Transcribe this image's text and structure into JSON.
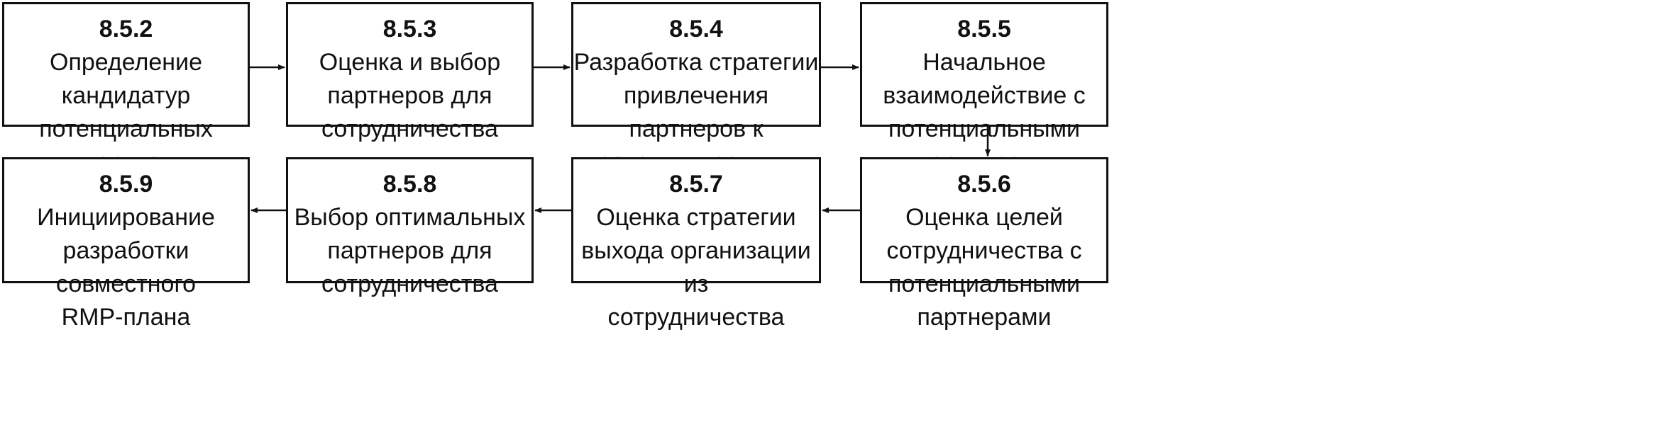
{
  "steps": [
    {
      "id": "8.5.2",
      "text": "Определение кандидатур\nпотенциальных партне-\nров для сотрудничества"
    },
    {
      "id": "8.5.3",
      "text": "Оценка и выбор\nпартнеров для\nсотрудничества"
    },
    {
      "id": "8.5.4",
      "text": "Разработка стратегии\nпривлечения партнеров к\nсотрудничеству и ведения\nпереговоров с ними"
    },
    {
      "id": "8.5.5",
      "text": "Начальное\nвзаимодействие с\nпотенциальными\nпартнерами"
    },
    {
      "id": "8.5.6",
      "text": "Оценка целей\nсотрудничества с\nпотенциальными\nпартнерами"
    },
    {
      "id": "8.5.7",
      "text": "Оценка стратегии\nвыхода организации из\nсотрудничества"
    },
    {
      "id": "8.5.8",
      "text": "Выбор оптимальных\nпартнеров для\nсотрудничества"
    },
    {
      "id": "8.5.9",
      "text": "Инициирование\nразработки  совместного\nRMP-плана"
    }
  ],
  "colors": {
    "border": "#111111",
    "arrow": "#111111",
    "background": "#ffffff"
  }
}
